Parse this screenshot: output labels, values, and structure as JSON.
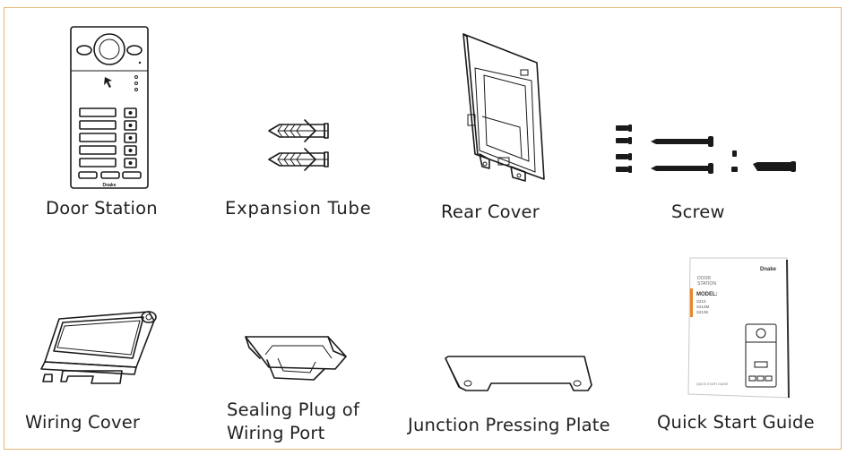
{
  "items": [
    {
      "key": "door_station",
      "label": "Door Station"
    },
    {
      "key": "expansion_tube",
      "label": "Expansion Tube"
    },
    {
      "key": "rear_cover",
      "label": "Rear Cover"
    },
    {
      "key": "screw",
      "label": "Screw"
    },
    {
      "key": "wiring_cover",
      "label": "Wiring Cover"
    },
    {
      "key": "sealing_plug",
      "label": "Sealing Plug of Wiring Port"
    },
    {
      "key": "junction_plate",
      "label": "Junction Pressing Plate"
    },
    {
      "key": "quick_start_guide",
      "label": "Quick Start Guide"
    }
  ],
  "guide": {
    "brand": "Dnake",
    "title_line1": "DOOR",
    "title_line2": "STATION",
    "model_label": "MODEL:",
    "models": [
      "S212",
      "S213M",
      "S213K"
    ],
    "footer": "QUICK START GUIDE"
  },
  "door_station_brand": "Dnake",
  "colors": {
    "border": "#e3b878",
    "accent": "#e8862a",
    "ink": "#1a1a1a"
  }
}
